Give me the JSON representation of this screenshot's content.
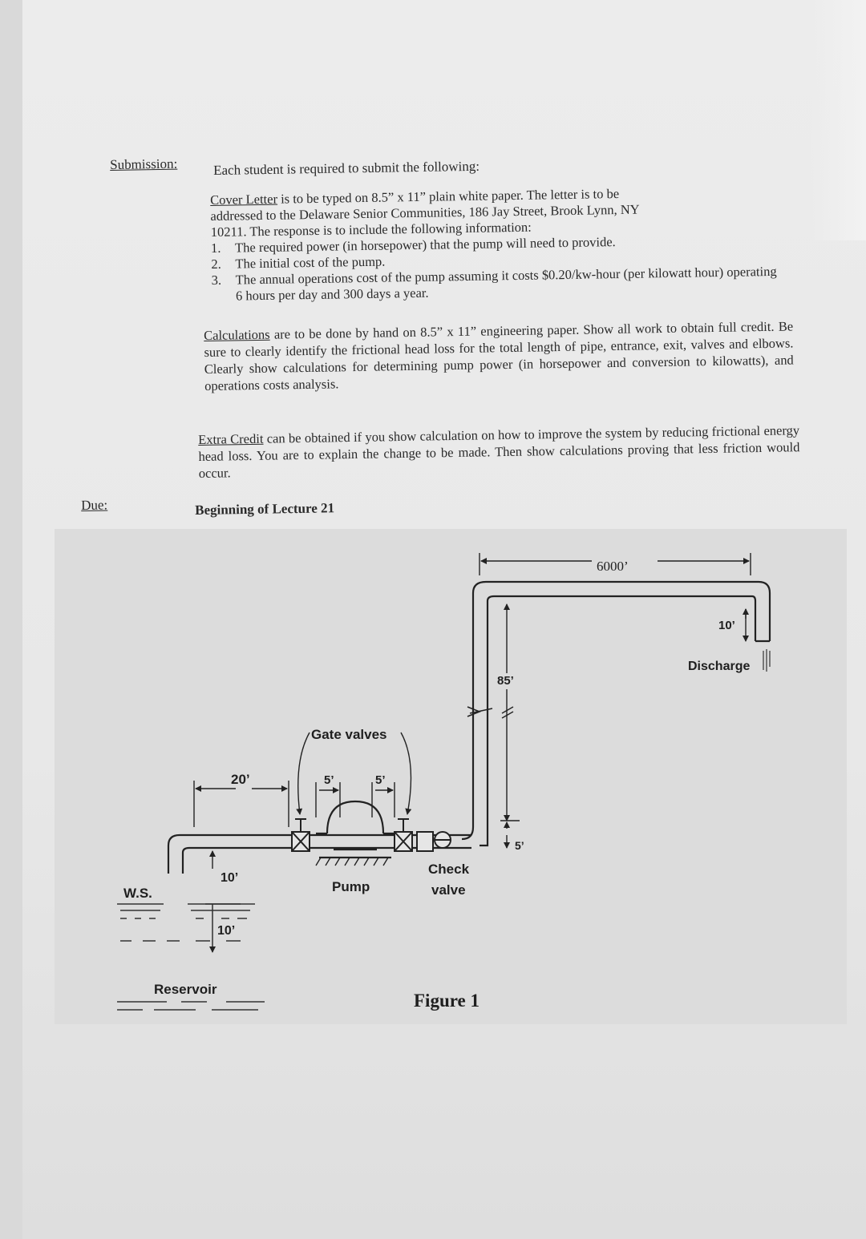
{
  "submission": {
    "label": "Submission:",
    "lead": "Each student is required to submit the following:"
  },
  "cover": {
    "title": "Cover Letter",
    "body_line1": " is to be typed on 8.5” x 11” plain white paper.  The letter is to be",
    "body_line2": "addressed to the Delaware Senior Communities, 186 Jay Street, Brook Lynn, NY",
    "body_line3": "10211.  The response is to include the following information:",
    "items": [
      {
        "num": "1.",
        "text": "The required power (in horsepower) that the pump will need to provide."
      },
      {
        "num": "2.",
        "text": "The initial cost of the pump."
      },
      {
        "num": "3.",
        "text": "The annual operations cost of the pump assuming it costs $0.20/kw-hour (per kilowatt hour) operating 6 hours per day and 300 days a year."
      }
    ]
  },
  "calculations": {
    "title": "Calculations",
    "body": " are to be done by hand on 8.5” x 11” engineering paper.  Show all work to obtain full credit.  Be sure to clearly identify the frictional head loss for the total length of pipe, entrance, exit, valves and elbows.  Clearly show calculations for determining pump power (in horsepower and conversion to kilowatts), and operations costs analysis."
  },
  "extra_credit": {
    "title": "Extra Credit",
    "body": " can be obtained if you show calculation on how to improve the system by reducing frictional energy head loss.  You are to explain the change to be made.  Then show calculations proving that less friction would occur."
  },
  "due": {
    "label": "Due:",
    "text": "Beginning of Lecture 21"
  },
  "figure": {
    "caption": "Figure 1",
    "labels": {
      "length_top": "6000’",
      "drop_discharge": "10’",
      "discharge": "Discharge",
      "rise": "85’",
      "pump_offset": "5’",
      "gate_valves": "Gate valves",
      "suction_run": "20’",
      "valve_left": "5’",
      "valve_right": "5’",
      "pump": "Pump",
      "check_valve_1": "Check",
      "check_valve_2": "valve",
      "ws": "W.S.",
      "suction_above": "10’",
      "suction_below": "10’",
      "reservoir": "Reservoir"
    }
  }
}
